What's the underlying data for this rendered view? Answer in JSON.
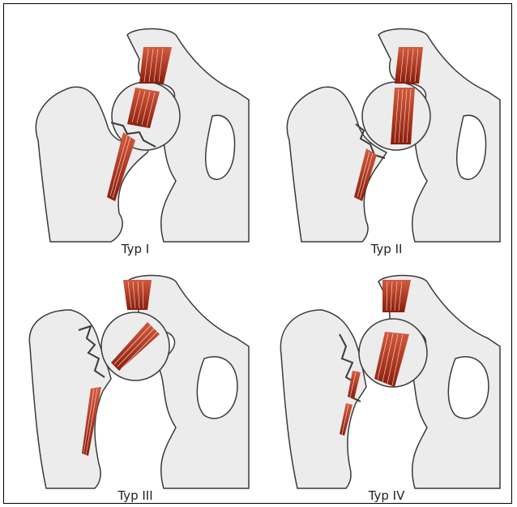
{
  "figure": {
    "colors": {
      "bone_fill": "#ececec",
      "bone_stroke": "#3a3a3a",
      "vessel_light": "#d25a3c",
      "vessel_dark": "#8a1d0c",
      "vessel_lines": "#fbe3d8"
    },
    "panels": [
      {
        "id": "typ-1",
        "caption": "Typ I"
      },
      {
        "id": "typ-2",
        "caption": "Typ II"
      },
      {
        "id": "typ-3",
        "caption": "Typ III"
      },
      {
        "id": "typ-4",
        "caption": "Typ IV"
      }
    ]
  }
}
